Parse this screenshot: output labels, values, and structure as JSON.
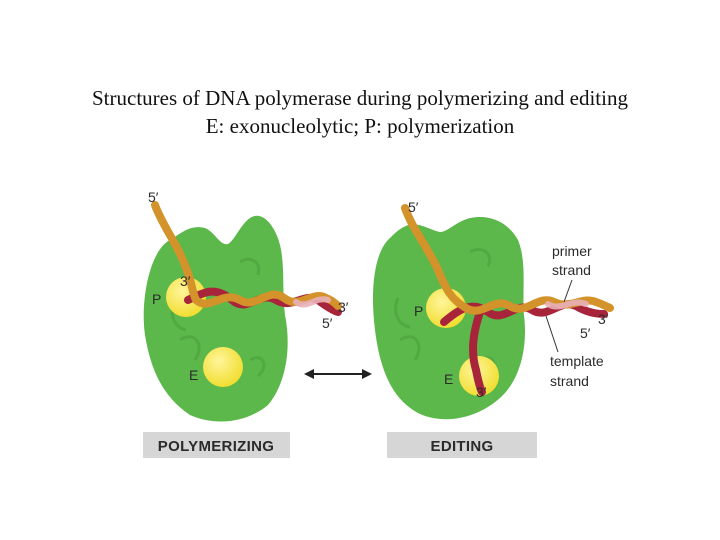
{
  "title": {
    "line1": "Structures of DNA polymerase during polymerizing and editing",
    "line2": "E: exonucleolytic; P: polymerization"
  },
  "left_panel": {
    "caption": "POLYMERIZING",
    "label_5prime_top": "5′",
    "label_3prime_primer": "3′",
    "label_P": "P",
    "label_E": "E",
    "label_3prime_right": "3′",
    "label_5prime_right": "5′"
  },
  "right_panel": {
    "caption": "EDITING",
    "label_5prime_top": "5′",
    "label_P": "P",
    "label_E": "E",
    "label_3prime_site": "3′",
    "label_3prime_right": "3′",
    "label_5prime_right": "5′",
    "primer_strand_line1": "primer",
    "primer_strand_line2": "strand",
    "template_strand_line1": "template",
    "template_strand_line2": "strand"
  },
  "colors": {
    "enzyme": "#5cb84a",
    "enzyme_shadow": "#4ea23f",
    "active_site": "#f4e534",
    "primer": "#d4922a",
    "template": "#a8243a",
    "caption_bg": "#d6d6d6"
  }
}
